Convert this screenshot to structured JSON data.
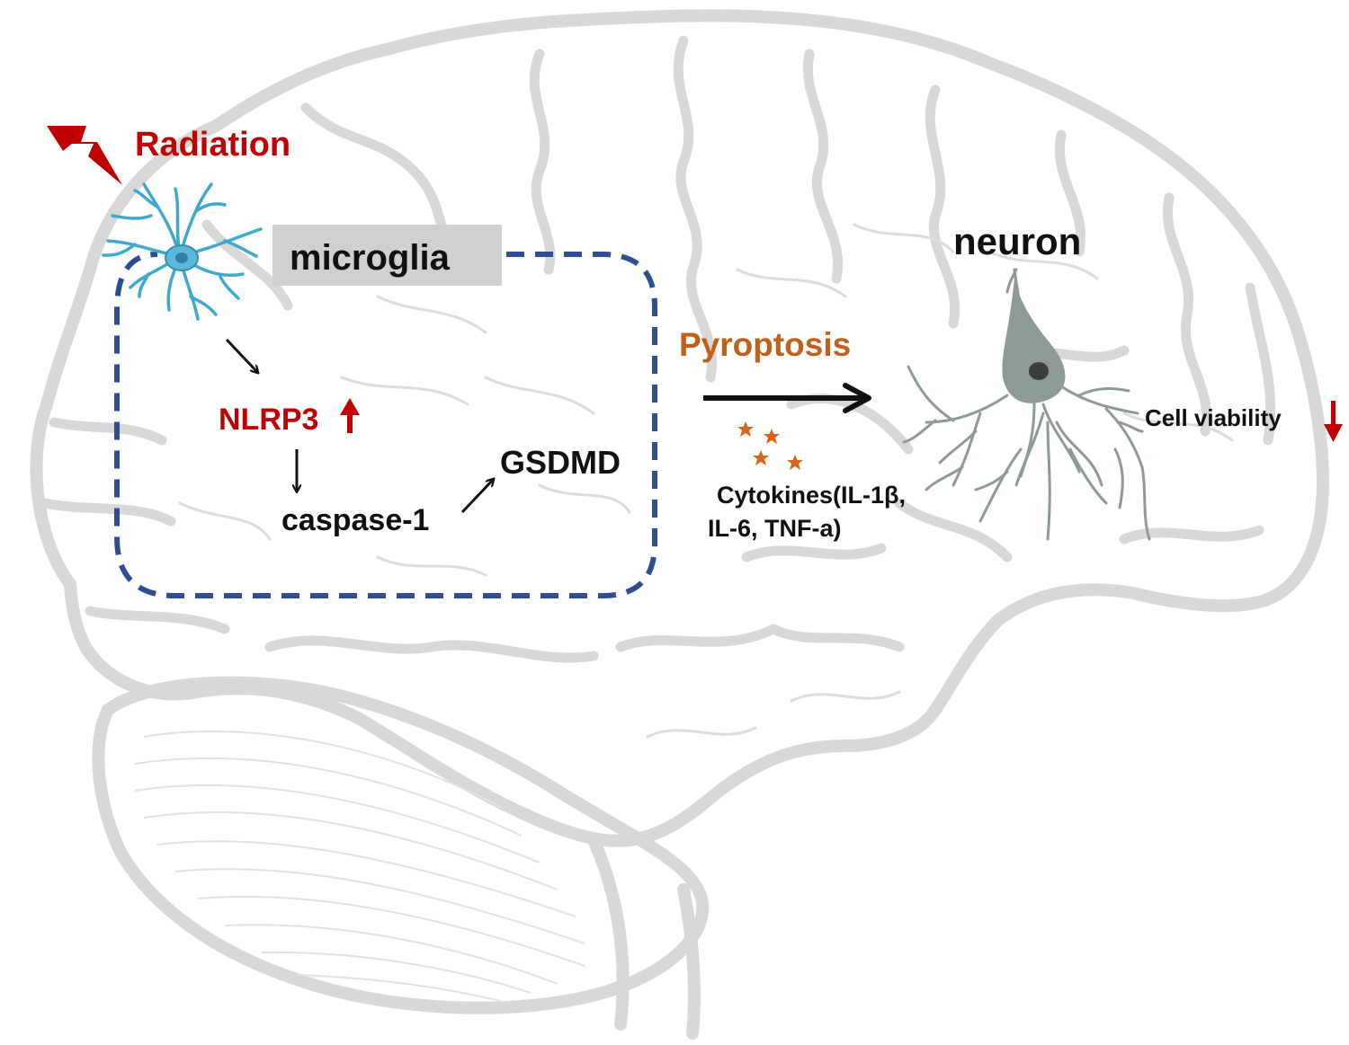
{
  "labels": {
    "radiation": "Radiation",
    "microglia": "microglia",
    "nlrp3": "NLRP3",
    "caspase": "caspase-1",
    "gsdmd": "GSDMD",
    "pyroptosis": "Pyroptosis",
    "cytokines_line1": "Cytokines(IL-1β,",
    "cytokines_line2": "IL-6, TNF-a)",
    "neuron": "neuron",
    "cell_viability": "Cell viability"
  },
  "indicators": {
    "nlrp3_change": "up",
    "cell_viability_change": "down"
  },
  "icons": {
    "radiation": "lightning-bolt-icon",
    "microglia": "microglia-cell-icon",
    "neuron": "neuron-cell-icon",
    "cytokines": "cytokine-particle-icon",
    "brain": "brain-outline-icon",
    "up": "up-arrow-icon",
    "down": "down-arrow-icon"
  },
  "colors": {
    "brain_outline": "#d6d6d6",
    "dashed_box": "#2e4f8f",
    "red_text": "#c00000",
    "orange_text": "#c0601a",
    "black_text": "#111111",
    "microglia_fill": "#5bb8d8",
    "neuron_fill": "#8e9a94",
    "label_box": "#d0d0d0",
    "cytokine": "#d4661e"
  }
}
